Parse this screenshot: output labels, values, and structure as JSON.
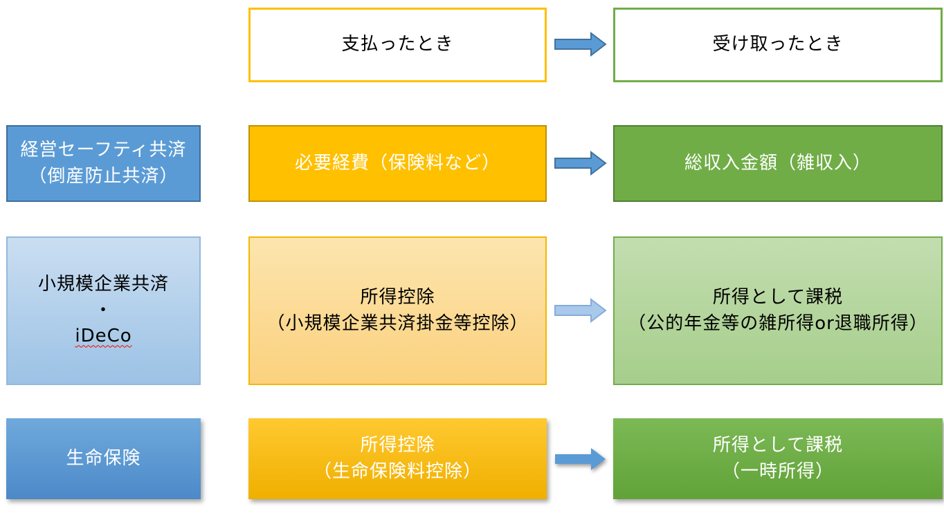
{
  "header": {
    "paid_label": "支払ったとき",
    "received_label": "受け取ったとき"
  },
  "rows": [
    {
      "product": [
        "経営セーフティ共済",
        "（倒産防止共済）"
      ],
      "paid": [
        "必要経費（保険料など）"
      ],
      "received": [
        "総収入金額（雑収入）"
      ]
    },
    {
      "product": [
        "小規模企業共済",
        "・",
        "iDeCo"
      ],
      "paid": [
        "所得控除",
        "（小規模企業共済掛金等控除）"
      ],
      "received": [
        "所得として課税",
        "（公的年金等の雑所得or退職所得）"
      ]
    },
    {
      "product": [
        "生命保険"
      ],
      "paid": [
        "所得控除",
        "（生命保険料控除）"
      ],
      "received": [
        "所得として課税",
        "（一時所得）"
      ]
    }
  ],
  "icons": {
    "arrow": "right-arrow"
  },
  "colors": {
    "blue": "#5B9BD5",
    "blue_border": "#3D6E9E",
    "blue_light": "#9CC2E5",
    "gold": "#FFC000",
    "gold_border": "#BF9000",
    "gold_light": "#FBD17E",
    "green": "#70AD47",
    "green_border": "#507E32",
    "green_light": "#A6CE8B",
    "text_on_dark": "#FFFFFF",
    "text_on_light": "#000000",
    "spellcheck_underline": "#FF0000"
  }
}
